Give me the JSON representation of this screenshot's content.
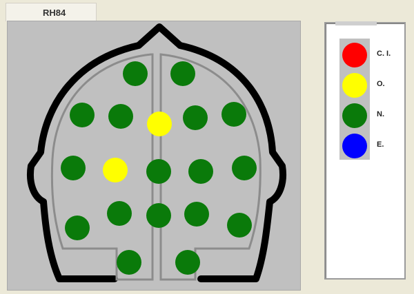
{
  "window": {
    "title": "RH84"
  },
  "colors": {
    "background": "#ece9d8",
    "panel": "#c0c0c0",
    "head_outline": "#000000",
    "inner_outline": "#9a9a9a",
    "normal": "#0a7a0a",
    "slowing": "#ffff00",
    "ictal": "#ff0000",
    "blue": "#0000ff"
  },
  "legend": {
    "items": [
      {
        "label": "C. I.",
        "color": "#ff0000",
        "icon": "red-circle"
      },
      {
        "label": "O.",
        "color": "#ffff00",
        "icon": "yellow-circle"
      },
      {
        "label": "N.",
        "color": "#0a7a0a",
        "icon": "green-circle"
      },
      {
        "label": "E.",
        "color": "#0000ff",
        "icon": "blue-circle"
      }
    ]
  },
  "electrodes": [
    {
      "state": "N"
    },
    {
      "state": "N"
    },
    {
      "state": "N"
    },
    {
      "state": "N"
    },
    {
      "state": "O"
    },
    {
      "state": "N"
    },
    {
      "state": "N"
    },
    {
      "state": "N"
    },
    {
      "state": "O"
    },
    {
      "state": "N"
    },
    {
      "state": "N"
    },
    {
      "state": "N"
    },
    {
      "state": "N"
    },
    {
      "state": "N"
    },
    {
      "state": "N"
    },
    {
      "state": "N"
    },
    {
      "state": "N"
    },
    {
      "state": "N"
    },
    {
      "state": "N"
    }
  ]
}
